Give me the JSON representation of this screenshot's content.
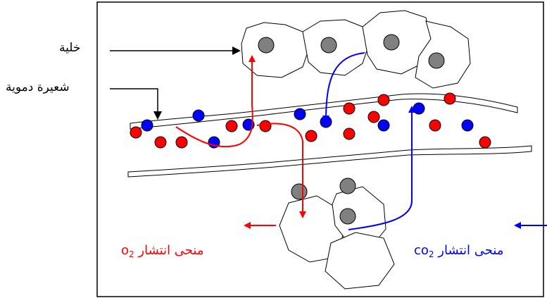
{
  "labels": {
    "cell": "خلية",
    "capillary": "شعيرة دموية",
    "o2_gradient": "منحى انتشار",
    "co2_gradient": "منحى انتشار"
  },
  "molecules": {
    "o2": {
      "base": "o",
      "sub": "2"
    },
    "co2": {
      "base": "co",
      "sub": "2"
    }
  },
  "colors": {
    "oxygen": "#ff0000",
    "carbon_dioxide": "#0000ff",
    "nucleus": "#808080",
    "outline": "#000000"
  },
  "icons": {
    "o2_direction": "arrow-left-icon",
    "co2_direction": "arrow-left-icon"
  }
}
